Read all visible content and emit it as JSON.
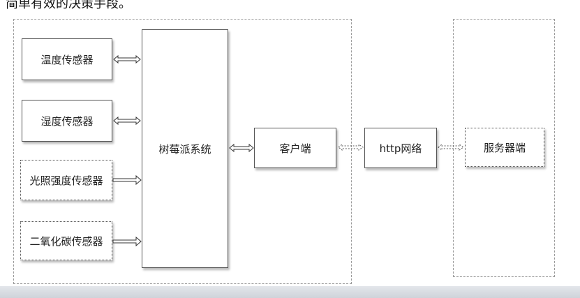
{
  "intro_text": "简单有效的决策手段。",
  "nodes": {
    "temp_sensor": "温度传感器",
    "humidity_sensor": "湿度传感器",
    "light_sensor": "光照强度传感器",
    "co2_sensor": "二氧化碳传感器",
    "raspberry_pi": "树莓派系统",
    "client": "客户端",
    "http_network": "http网络",
    "server": "服务器端"
  }
}
